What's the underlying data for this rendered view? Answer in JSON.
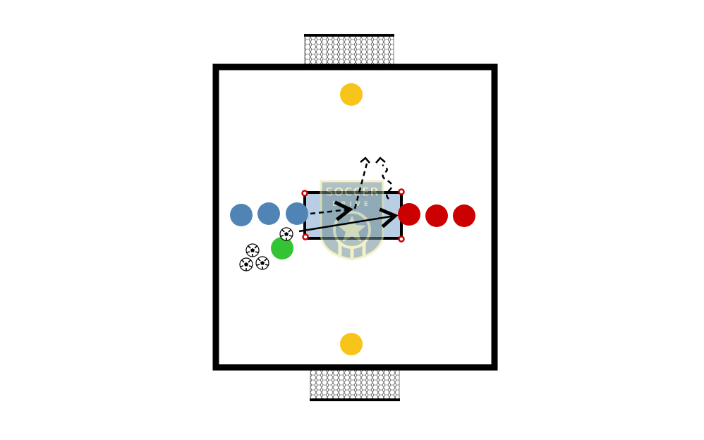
{
  "diagram": {
    "type": "soccer-drill",
    "logo": {
      "line1": "SOCCER",
      "line2": "DRIVE"
    },
    "colors": {
      "field_border": "#000000",
      "grid_fill": "#b9cde4",
      "cone": "#cc0000",
      "goalkeeper": "#f7c519",
      "blue_team": "#4f84b5",
      "red_team": "#cc0000",
      "coach": "#33c433",
      "logo": "#e6e69a"
    },
    "players": {
      "goalkeepers": 2,
      "blue_team": 3,
      "red_team": 3,
      "coach": 1
    },
    "balls": 4,
    "goals": 2,
    "grid_cones": 4
  }
}
